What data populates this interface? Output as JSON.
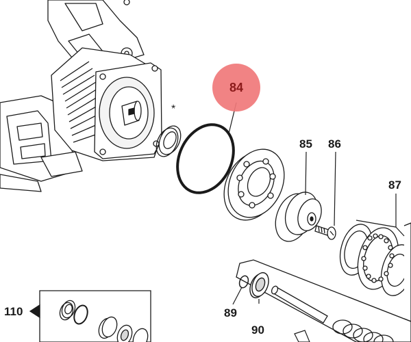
{
  "diagram": {
    "highlight": {
      "part_number": "84",
      "circle_color": "#f0787a",
      "text_color": "#8b1a1a"
    },
    "labels": {
      "p85": "85",
      "p86": "86",
      "p87": "87",
      "p89": "89",
      "p90": "90",
      "p110": "110",
      "note_marker": "*"
    },
    "colors": {
      "line": "#1a1a1a",
      "fill": "#ffffff",
      "shade": "#d8d8d8"
    }
  }
}
